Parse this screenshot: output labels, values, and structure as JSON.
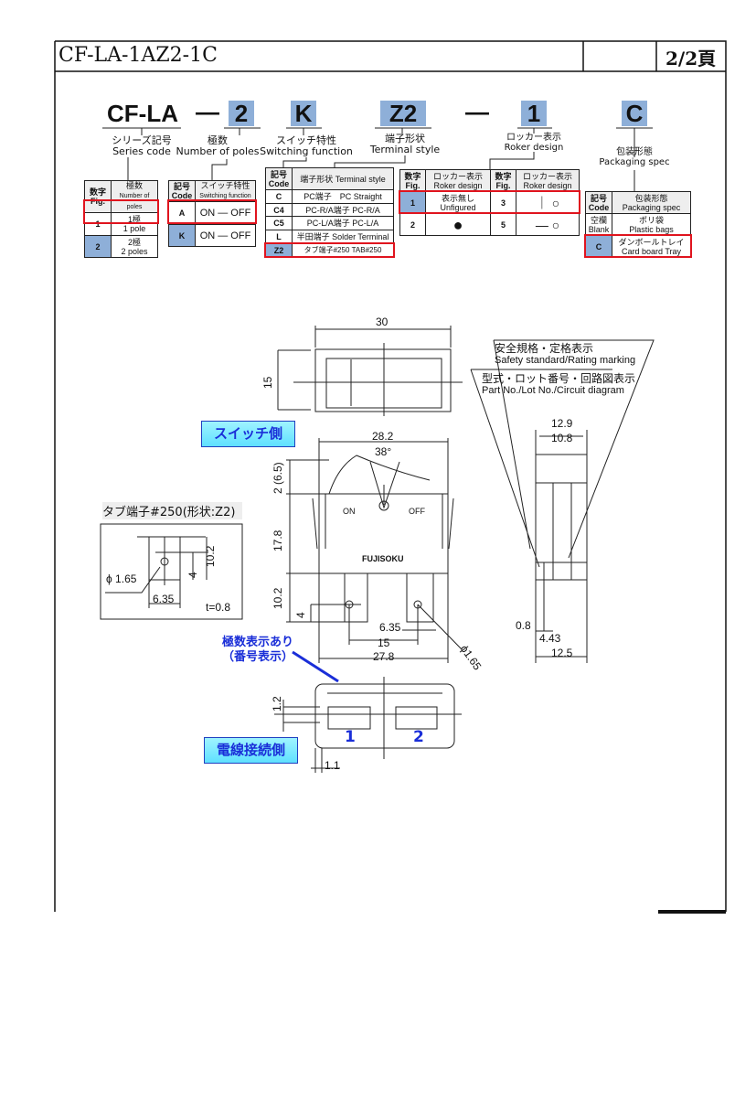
{
  "header": {
    "part_number": "CF-LA-1AZ2-1C",
    "page": "2/2頁"
  },
  "code": {
    "series": "CF-LA",
    "dash1": "—",
    "poles": "2",
    "switching": "K",
    "terminal": "Z2",
    "dash2": "—",
    "roker": "1",
    "packaging": "C"
  },
  "labels": {
    "series_jp": "シリーズ記号",
    "series_en": "Series code",
    "poles_jp": "極数",
    "poles_en": "Number of poles",
    "switching_jp": "スイッチ特性",
    "switching_en": "Switching function",
    "terminal_jp": "端子形状",
    "terminal_en": "Terminal style",
    "roker_jp": "ロッカー表示",
    "roker_en": "Roker design",
    "packaging_jp": "包装形態",
    "packaging_en": "Packaging spec"
  },
  "poles_table": {
    "h1": "数字",
    "h1b": "Fig.",
    "h2": "極数",
    "h2b": "Number of poles",
    "rows": [
      {
        "code": "1",
        "jp": "1極",
        "en": "1 pole"
      },
      {
        "code": "2",
        "jp": "2極",
        "en": "2 poles"
      }
    ]
  },
  "switching_table": {
    "h1": "記号",
    "h1b": "Code",
    "h2": "スイッチ特性",
    "h2b": "Switching function",
    "rows": [
      {
        "code": "A",
        "value": "ON — OFF"
      },
      {
        "code": "K",
        "value": "ON — OFF"
      }
    ]
  },
  "terminal_table": {
    "h1": "記号",
    "h1b": "Code",
    "h2": "端子形状 Terminal style",
    "rows": [
      {
        "code": "C",
        "value": "PC端子　PC Straight"
      },
      {
        "code": "C4",
        "value": "PC-R/A端子 PC-R/A"
      },
      {
        "code": "C5",
        "value": "PC-L/A端子 PC-L/A"
      },
      {
        "code": "L",
        "value": "半田端子 Solder Terminal"
      },
      {
        "code": "Z2",
        "value": "タブ端子#250 TAB#250"
      }
    ]
  },
  "roker_table": {
    "h1": "数字",
    "h1b": "Fig.",
    "h2": "ロッカー表示",
    "h2b": "Roker design",
    "rows": [
      {
        "code": "1",
        "jp": "表示無し",
        "en": "Unfigured",
        "code2": "3",
        "symbol2": "｜ ○"
      },
      {
        "code": "2",
        "symbol": "●",
        "code2": "5",
        "symbol2": "— ○"
      }
    ]
  },
  "packaging_table": {
    "h1": "記号",
    "h1b": "Code",
    "h2": "包装形態",
    "h2b": "Packaging spec",
    "rows": [
      {
        "code": "空欄",
        "code_en": "Blank",
        "jp": "ポリ袋",
        "en": "Plastic bags"
      },
      {
        "code": "C",
        "jp": "ダンボールトレイ",
        "en": "Card board Tray"
      }
    ]
  },
  "drawing": {
    "top_view": {
      "width": "30",
      "height": "15"
    },
    "switch_side_tag": "スイッチ側",
    "wire_side_tag": "電線接続側",
    "front_view": {
      "width": "28.2",
      "angle": "38°",
      "top": "2 (6.5)",
      "body": "17.8",
      "terminal": "10.2",
      "hole": "4",
      "tab_width": "6.35",
      "pitch": "15",
      "base": "27.8",
      "hole_dia": "ϕ1.65",
      "on": "ON",
      "off": "OFF",
      "brand": "FUJISOKU"
    },
    "tab_detail": {
      "title": "タブ端子#250(形状:Z2)",
      "dia": "ϕ 1.65",
      "h1": "10.2",
      "h2": "4",
      "width": "6.35",
      "thickness": "t=0.8"
    },
    "side_view": {
      "safety_jp": "安全規格・定格表示",
      "safety_en": "Safety standard/Rating marking",
      "part_jp": "型式・ロット番号・回路図表示",
      "part_en": "Part No./Lot No./Circuit diagram",
      "w1": "12.9",
      "w2": "10.8",
      "t": "0.8",
      "d": "4.43",
      "base": "12.5"
    },
    "pole_note_1": "極数表示あり",
    "pole_note_2": "（番号表示）",
    "bottom_view": {
      "h": "1.2",
      "w": "1.1",
      "n1": "1",
      "n2": "2"
    }
  },
  "colors": {
    "code_box": "#8eafd8",
    "highlight": "#e0141e",
    "tag_text": "#1a2ed8"
  }
}
